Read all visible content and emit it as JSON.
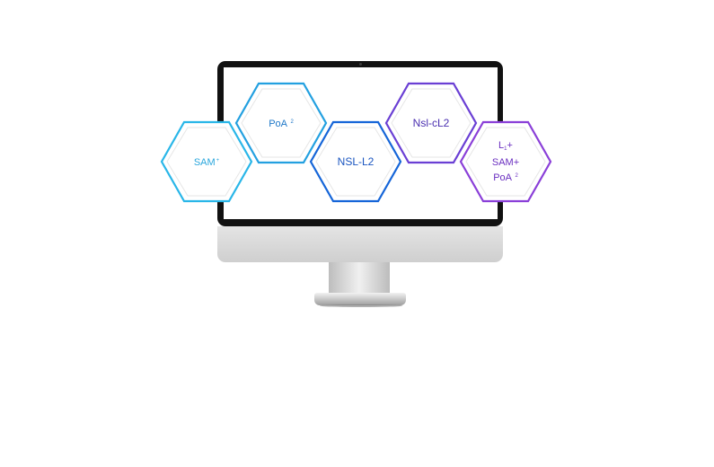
{
  "hexagons": [
    {
      "id": "sam",
      "stroke": "#29b6e8",
      "text_color": "#2aa6dc",
      "base": "SAM",
      "sup": "+"
    },
    {
      "id": "poa",
      "stroke": "#23a0e0",
      "text_color": "#1f78c8",
      "base": "PoA",
      "sup": "2"
    },
    {
      "id": "nsl",
      "stroke": "#1565d8",
      "text_color": "#1a55c0",
      "text": "NSL-L2"
    },
    {
      "id": "nslc",
      "stroke": "#6a3fd4",
      "text_color": "#4a2fb0",
      "text": "Nsl-cL2"
    },
    {
      "id": "combo",
      "stroke": "#8a3fd8",
      "text_color": "#6a2fc0",
      "line1_base": "L",
      "line1_sub": "1",
      "line1_tail": "+",
      "line2": "SAM+",
      "line3_base": "PoA",
      "line3_sup": "2"
    }
  ]
}
